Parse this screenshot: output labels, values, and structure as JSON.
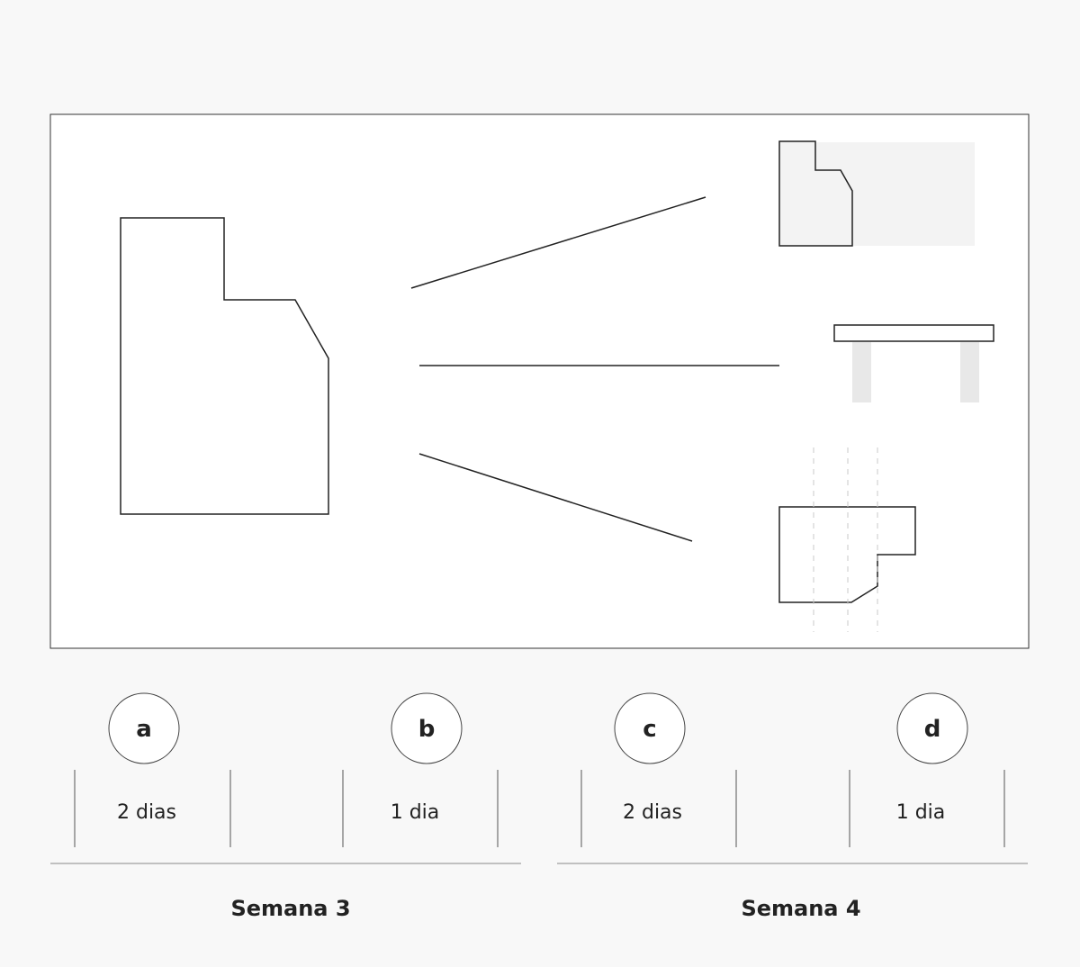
{
  "steps": [
    {
      "letter": "a",
      "duration": "2 dias"
    },
    {
      "letter": "b",
      "duration": "1 dia"
    },
    {
      "letter": "c",
      "duration": "2 dias"
    },
    {
      "letter": "d",
      "duration": "1 dia"
    }
  ],
  "weeks": [
    {
      "label": "Semana 3"
    },
    {
      "label": "Semana 4"
    }
  ],
  "colors": {
    "stroke": "#222222",
    "background": "#f8f8f8",
    "panel": "#ffffff",
    "shade": "#f3f3f3",
    "legs": "#e8e8e8",
    "dashes": "#c8c8c8"
  }
}
